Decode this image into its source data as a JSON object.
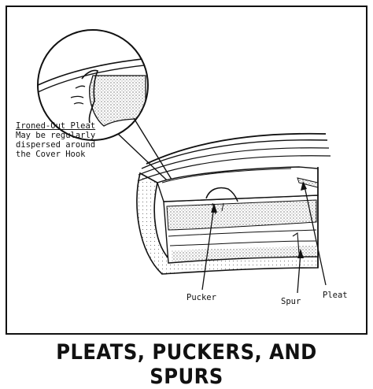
{
  "callout": {
    "heading": "Ironed-Out Pleat",
    "lines": [
      "May be regularly",
      "dispersed around",
      "the Cover Hook"
    ]
  },
  "labels": {
    "pucker": "Pucker",
    "spur": "Spur",
    "pleat": "Pleat"
  },
  "caption": "PLEATS, PUCKERS, AND SPURS"
}
